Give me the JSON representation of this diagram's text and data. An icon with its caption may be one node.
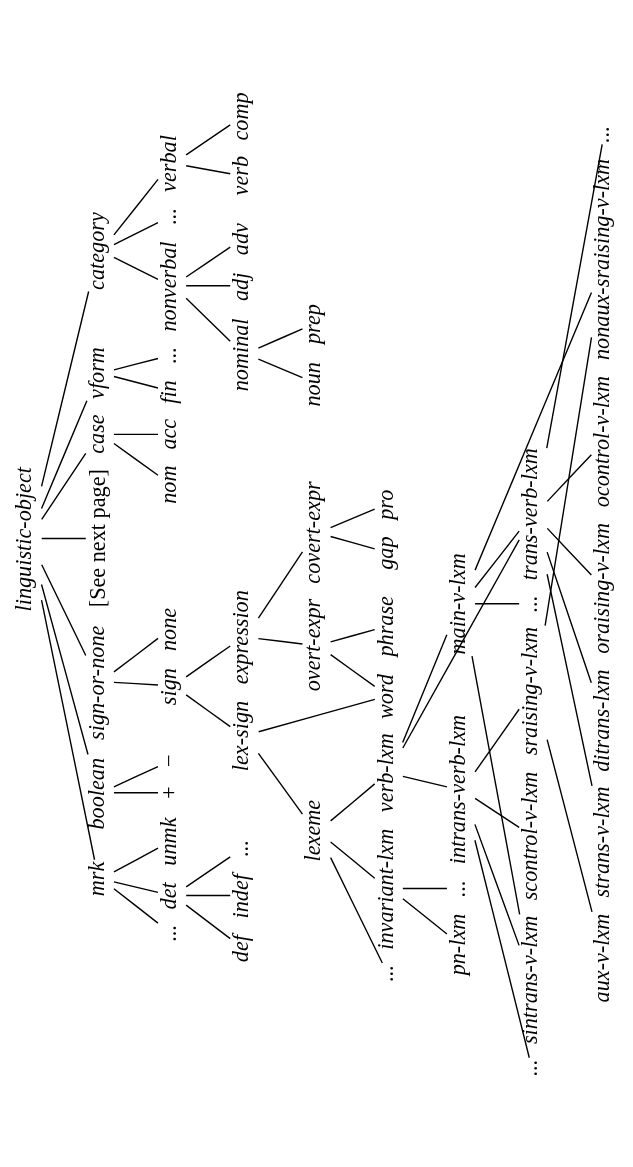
{
  "diagram": {
    "nodes": [
      {
        "text": [
          "linguistic-object"
        ]
      },
      {
        "text": [
          "mrk"
        ]
      },
      {
        "text": [
          "boolean"
        ]
      },
      {
        "text": [
          "sign-or-none"
        ]
      },
      {
        "text": [
          "[See next page]"
        ]
      },
      {
        "text": [
          "case"
        ]
      },
      {
        "text": [
          "vform"
        ]
      },
      {
        "text": [
          "category"
        ]
      },
      {
        "text": [
          "..."
        ]
      },
      {
        "text": [
          "det"
        ]
      },
      {
        "text": [
          "unmk"
        ]
      },
      {
        "text": [
          "+"
        ]
      },
      {
        "text": [
          "−"
        ]
      },
      {
        "text": [
          "sign"
        ]
      },
      {
        "text": [
          "none"
        ]
      },
      {
        "text": [
          "nom"
        ]
      },
      {
        "text": [
          "acc"
        ]
      },
      {
        "text": [
          "fin"
        ]
      },
      {
        "text": [
          "..."
        ]
      },
      {
        "text": [
          "nonverbal"
        ]
      },
      {
        "text": [
          "..."
        ]
      },
      {
        "text": [
          "verbal"
        ]
      },
      {
        "text": [
          "def"
        ]
      },
      {
        "text": [
          "indef"
        ]
      },
      {
        "text": [
          "..."
        ]
      },
      {
        "text": [
          "lex-sign"
        ]
      },
      {
        "text": [
          "expression"
        ]
      },
      {
        "text": [
          "nominal"
        ]
      },
      {
        "text": [
          "adj"
        ]
      },
      {
        "text": [
          "adv"
        ]
      },
      {
        "text": [
          "verb"
        ]
      },
      {
        "text": [
          "comp"
        ]
      },
      {
        "text": [
          "lexeme"
        ]
      },
      {
        "text": [
          "overt-expr"
        ]
      },
      {
        "text": [
          "covert-expr"
        ]
      },
      {
        "text": [
          "noun"
        ]
      },
      {
        "text": [
          "prep"
        ]
      },
      {
        "text": [
          "..."
        ]
      },
      {
        "text": [
          "invariant-lxm"
        ]
      },
      {
        "text": [
          "verb-lxm"
        ]
      },
      {
        "text": [
          "word"
        ]
      },
      {
        "text": [
          "phrase"
        ]
      },
      {
        "text": [
          "gap"
        ]
      },
      {
        "text": [
          "pro"
        ]
      },
      {
        "text": [
          "pn-lxm"
        ]
      },
      {
        "text": [
          "..."
        ]
      },
      {
        "text": [
          "intrans-verb-lxm"
        ]
      },
      {
        "text": [
          "main-v-lxm"
        ]
      },
      {
        "text": [
          "..."
        ]
      },
      {
        "text": [
          "sintrans-v-lxm"
        ]
      },
      {
        "text": [
          "..."
        ]
      },
      {
        "text": [
          "trans-verb-lxm"
        ]
      },
      {
        "text": [
          "scontrol-v-lxm"
        ]
      },
      {
        "text": [
          "sraising-v-lxm"
        ]
      },
      {
        "text": [
          "strans-v-lxm"
        ]
      },
      {
        "text": [
          "ditrans-lxm"
        ]
      },
      {
        "text": [
          "..."
        ]
      },
      {
        "text": [
          "aux-v-lxm"
        ]
      },
      {
        "text": [
          "nonaux-sraising-v-lxm"
        ]
      },
      {
        "text": [
          "oraising-v-lxm"
        ]
      },
      {
        "text": [
          "ocontrol-v-lxm"
        ]
      }
    ],
    "edges": [
      {
        "from": 0,
        "to": 1,
        "arrow": "none"
      },
      {
        "from": 0,
        "to": 2,
        "arrow": "none"
      },
      {
        "from": 0,
        "to": 3,
        "arrow": "none"
      },
      {
        "from": 0,
        "to": 4,
        "arrow": "none"
      },
      {
        "from": 0,
        "to": 5,
        "arrow": "none"
      },
      {
        "from": 0,
        "to": 6,
        "arrow": "none"
      },
      {
        "from": 0,
        "to": 7,
        "arrow": "none"
      },
      {
        "from": 1,
        "to": 8,
        "arrow": "none"
      },
      {
        "from": 1,
        "to": 9,
        "arrow": "none"
      },
      {
        "from": 1,
        "to": 10,
        "arrow": "none"
      },
      {
        "from": 2,
        "to": 11,
        "arrow": "none"
      },
      {
        "from": 2,
        "to": 12,
        "arrow": "none"
      },
      {
        "from": 3,
        "to": 13,
        "arrow": "none"
      },
      {
        "from": 3,
        "to": 14,
        "arrow": "none"
      },
      {
        "from": 5,
        "to": 15,
        "arrow": "none"
      },
      {
        "from": 5,
        "to": 16,
        "arrow": "none"
      },
      {
        "from": 6,
        "to": 17,
        "arrow": "none"
      },
      {
        "from": 6,
        "to": 18,
        "arrow": "none"
      },
      {
        "from": 7,
        "to": 19,
        "arrow": "none"
      },
      {
        "from": 7,
        "to": 20,
        "arrow": "none"
      },
      {
        "from": 7,
        "to": 21,
        "arrow": "none"
      },
      {
        "from": 9,
        "to": 22,
        "arrow": "none"
      },
      {
        "from": 9,
        "to": 23,
        "arrow": "none"
      },
      {
        "from": 9,
        "to": 24,
        "arrow": "none"
      },
      {
        "from": 13,
        "to": 25,
        "arrow": "none"
      },
      {
        "from": 13,
        "to": 26,
        "arrow": "none"
      },
      {
        "from": 19,
        "to": 27,
        "arrow": "none"
      },
      {
        "from": 19,
        "to": 28,
        "arrow": "none"
      },
      {
        "from": 19,
        "to": 29,
        "arrow": "none"
      },
      {
        "from": 21,
        "to": 30,
        "arrow": "none"
      },
      {
        "from": 21,
        "to": 31,
        "arrow": "none"
      },
      {
        "from": 25,
        "to": 32,
        "arrow": "none"
      },
      {
        "from": 25,
        "to": 40,
        "arrow": "none"
      },
      {
        "from": 26,
        "to": 33,
        "arrow": "none"
      },
      {
        "from": 26,
        "to": 34,
        "arrow": "none"
      },
      {
        "from": 27,
        "to": 35,
        "arrow": "none"
      },
      {
        "from": 27,
        "to": 36,
        "arrow": "none"
      },
      {
        "from": 32,
        "to": 37,
        "arrow": "none"
      },
      {
        "from": 32,
        "to": 38,
        "arrow": "none"
      },
      {
        "from": 32,
        "to": 39,
        "arrow": "none"
      },
      {
        "from": 33,
        "to": 40,
        "arrow": "none"
      },
      {
        "from": 33,
        "to": 41,
        "arrow": "none"
      },
      {
        "from": 34,
        "to": 42,
        "arrow": "none"
      },
      {
        "from": 34,
        "to": 43,
        "arrow": "none"
      },
      {
        "from": 38,
        "to": 44,
        "arrow": "none"
      },
      {
        "from": 38,
        "to": 45,
        "arrow": "none"
      },
      {
        "from": 39,
        "to": 46,
        "arrow": "none"
      },
      {
        "from": 39,
        "to": 47,
        "arrow": "none"
      },
      {
        "from": 39,
        "to": 51,
        "arrow": "none"
      },
      {
        "from": 46,
        "to": 48,
        "arrow": "none"
      },
      {
        "from": 46,
        "to": 49,
        "arrow": "none"
      },
      {
        "from": 46,
        "to": 52,
        "arrow": "none"
      },
      {
        "from": 46,
        "to": 53,
        "arrow": "none"
      },
      {
        "from": 47,
        "to": 49,
        "arrow": "none"
      },
      {
        "from": 47,
        "to": 50,
        "arrow": "none"
      },
      {
        "from": 47,
        "to": 51,
        "arrow": "none"
      },
      {
        "from": 47,
        "to": 58,
        "arrow": "none"
      },
      {
        "from": 51,
        "to": 54,
        "arrow": "none"
      },
      {
        "from": 51,
        "to": 55,
        "arrow": "none"
      },
      {
        "from": 51,
        "to": 59,
        "arrow": "none"
      },
      {
        "from": 51,
        "to": 60,
        "arrow": "none"
      },
      {
        "from": 51,
        "to": 56,
        "arrow": "none"
      },
      {
        "from": 53,
        "to": 57,
        "arrow": "none"
      },
      {
        "from": 53,
        "to": 58,
        "arrow": "none"
      }
    ]
  }
}
